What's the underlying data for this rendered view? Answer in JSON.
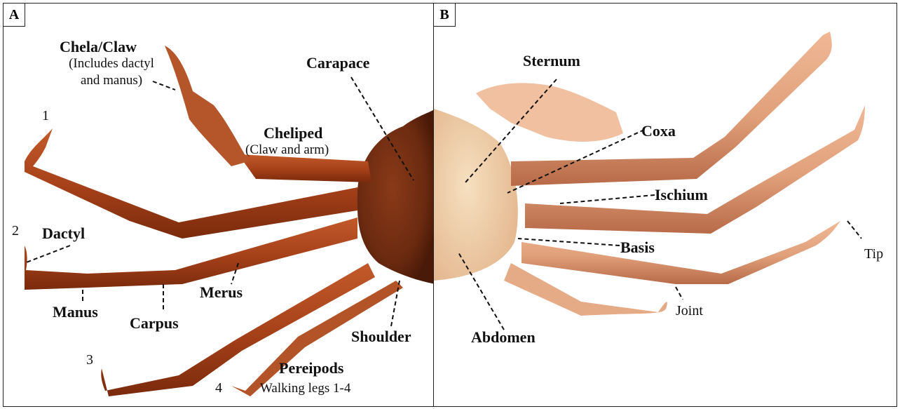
{
  "panels": {
    "a": {
      "tag": "A"
    },
    "b": {
      "tag": "B"
    }
  },
  "labels_a": {
    "chela": "Chela/Claw",
    "chela_note_1": "(Includes dactyl",
    "chela_note_2": "and manus)",
    "carapace": "Carapace",
    "cheliped": "Cheliped",
    "cheliped_note": "(Claw and arm)",
    "dactyl": "Dactyl",
    "manus": "Manus",
    "carpus": "Carpus",
    "merus": "Merus",
    "shoulder": "Shoulder",
    "pereipods": "Pereipods",
    "pereipods_note": "Walking legs 1-4",
    "leg_1": "1",
    "leg_2": "2",
    "leg_3": "3",
    "leg_4": "4"
  },
  "labels_b": {
    "sternum": "Sternum",
    "coxa": "Coxa",
    "ischium": "Ischium",
    "basis": "Basis",
    "abdomen": "Abdomen",
    "joint": "Joint",
    "tip": "Tip"
  },
  "colors": {
    "dorsal_leg": "#a8421a",
    "dorsal_leg_dark": "#7a2a0c",
    "carapace": "#6b2a10",
    "ventral_leg": "#e0a07a",
    "ventral_leg_dark": "#b86a48",
    "ventral_body": "#f1d2ad"
  }
}
